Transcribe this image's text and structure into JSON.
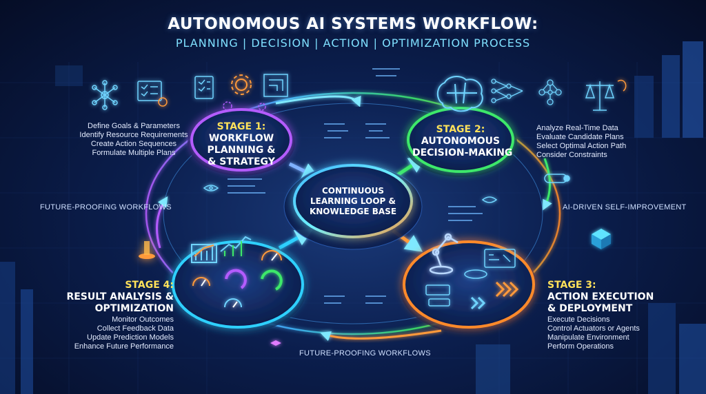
{
  "title": "AUTONOMOUS AI SYSTEMS WORKFLOW:",
  "subtitle": "PLANNING | DECISION | ACTION | OPTIMIZATION PROCESS",
  "center": {
    "line1": "CONTINUOUS",
    "line2": "LEARNING LOOP &",
    "line3": "KNOWLEDGE BASE"
  },
  "stages": [
    {
      "label": "STAGE 1:",
      "line1": "WORKFLOW",
      "line2": "PLANNING &",
      "line3": "& STRATEGY",
      "bullets": [
        "Define Goals & Parameters",
        "Identify Resource Requirements",
        "Create Action Sequences",
        "Formulate Multiple Plans"
      ],
      "color": "#a24bff"
    },
    {
      "label": "STAGE 2:",
      "line1": "AUTONOMOUS",
      "line2": "DECISION-MAKING",
      "bullets": [
        "Analyze Real-Time Data",
        "Evaluate Candidate Plans",
        "Select Optimal Action Path",
        "Consider Constraints"
      ],
      "color": "#3ee86a"
    },
    {
      "label": "STAGE 3:",
      "line1": "ACTION EXECUTION",
      "line2": "& DEPLOYMENT",
      "bullets": [
        "Execute Decisions",
        "Control Actuators or Agents",
        "Manipulate Environment",
        "Perform Operations"
      ],
      "color": "#ff8a2a"
    },
    {
      "label": "STAGE 4:",
      "line1": "RESULT ANALYSIS &",
      "line2": "OPTIMIZATION",
      "bullets": [
        "Monitor Outcomes",
        "Collect Feedback Data",
        "Update Prediction Models",
        "Enhance Future Performance"
      ],
      "color": "#2fd0ff"
    }
  ],
  "side_labels": {
    "left": "FUTURE-PROOFING WORKFLOWS",
    "right": "AI-DRIVEN SELF-IMPROVEMENT",
    "bottom": "FUTURE-PROOFING WORKFLOWS"
  },
  "icons": {
    "stage1": [
      "network-icon",
      "checklist-icon",
      "gear-icon",
      "blueprint-icon",
      "gears-icon"
    ],
    "stage2": [
      "brain-icon",
      "neural-net-icon",
      "balance-scale-icon"
    ],
    "stage3": [
      "robot-arm-icon",
      "control-panel-icon",
      "forward-arrows-icon"
    ],
    "stage4": [
      "bar-chart-icon",
      "line-chart-icon",
      "gauge-icon",
      "cycle-icon"
    ]
  }
}
